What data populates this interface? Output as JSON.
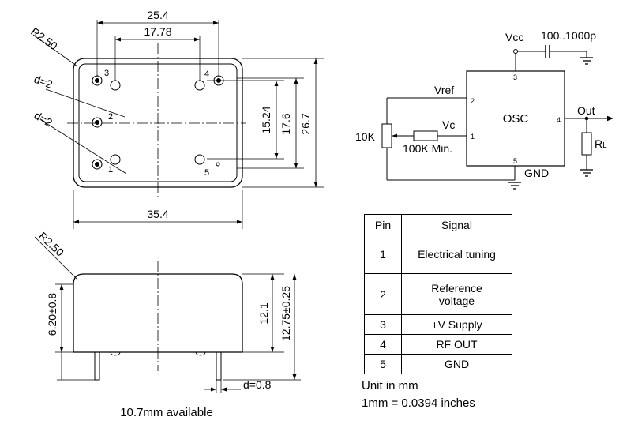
{
  "top_view": {
    "dim_width_outer": "25.4",
    "dim_width_inner": "17.78",
    "dim_length": "35.4",
    "dim_pin_span": "15.24",
    "dim_inner_height": "17.6",
    "dim_outer_height": "26.7",
    "corner_radius": "R2.50",
    "hole_label_1": "d=2",
    "hole_label_2": "d=2",
    "pin_numbers": [
      "1",
      "2",
      "3",
      "4",
      "5"
    ]
  },
  "side_view": {
    "corner_radius": "R2.50",
    "dim_left_height": "6.20±0.8",
    "dim_body_height": "12.1",
    "dim_total_height": "12.75±0.25",
    "pin_diameter": "d=0.8",
    "caption": "10.7mm available"
  },
  "schematic": {
    "vcc_label": "Vcc",
    "cap_label": "100..1000p",
    "vref_label": "Vref",
    "vc_label": "Vc",
    "pot_label": "10K",
    "resistor_label": "100K Min.",
    "osc_label": "OSC",
    "out_label": "Out",
    "load_label_main": "R",
    "load_label_sub": "L",
    "gnd_label": "GND",
    "pin_numbers": {
      "p1": "1",
      "p2": "2",
      "p3": "3",
      "p4": "4",
      "p5": "5"
    }
  },
  "pin_table": {
    "headers": [
      "Pin",
      "Signal"
    ],
    "rows": [
      {
        "pin": "1",
        "signal": "Electrical tuning"
      },
      {
        "pin": "2",
        "signal": "Reference voltage"
      },
      {
        "pin": "3",
        "signal": "+V Supply"
      },
      {
        "pin": "4",
        "signal": "RF OUT"
      },
      {
        "pin": "5",
        "signal": "GND"
      }
    ]
  },
  "notes": {
    "unit": "Unit in mm",
    "conversion": "1mm = 0.0394 inches"
  }
}
